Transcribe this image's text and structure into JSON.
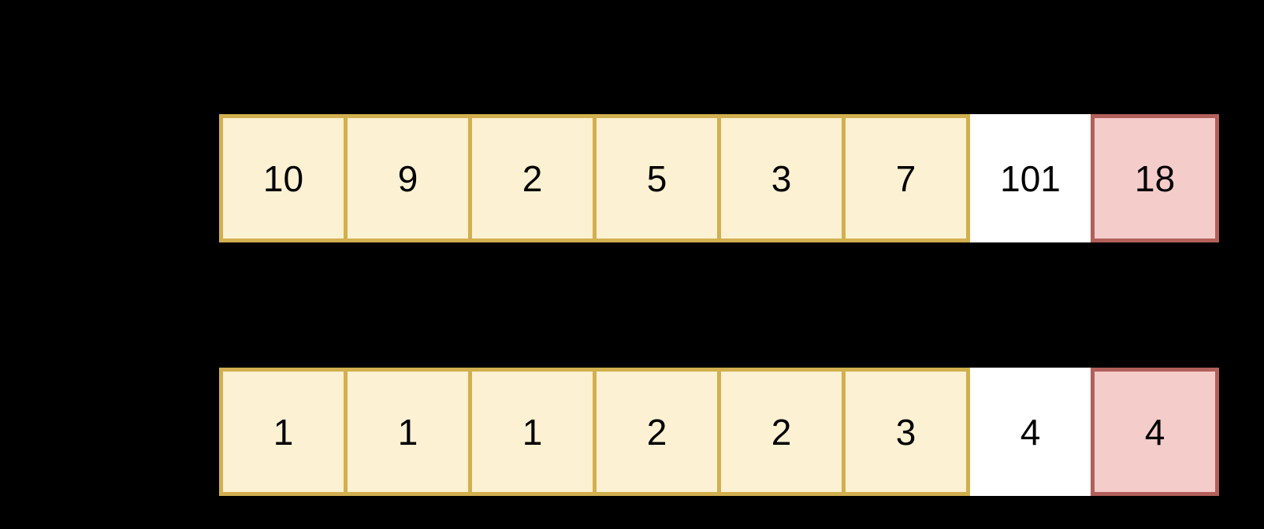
{
  "canvas": {
    "background": "#000000"
  },
  "colors": {
    "canvas_bg": "#000000",
    "cell_fill": "#FCF1D2",
    "cell_border": "#D2AF4F",
    "plain_fill": "#FFFFFF",
    "highlight_fill": "#F4CCCA",
    "highlight_border": "#B2605A",
    "text": "#000000"
  },
  "rows": [
    {
      "name": "top-array",
      "cells": [
        {
          "value": "10",
          "style": "default"
        },
        {
          "value": "9",
          "style": "default"
        },
        {
          "value": "2",
          "style": "default"
        },
        {
          "value": "5",
          "style": "default"
        },
        {
          "value": "3",
          "style": "default"
        },
        {
          "value": "7",
          "style": "default"
        },
        {
          "value": "101",
          "style": "plain"
        },
        {
          "value": "18",
          "style": "highlight"
        }
      ]
    },
    {
      "name": "bottom-array",
      "cells": [
        {
          "value": "1",
          "style": "default"
        },
        {
          "value": "1",
          "style": "default"
        },
        {
          "value": "1",
          "style": "default"
        },
        {
          "value": "2",
          "style": "default"
        },
        {
          "value": "2",
          "style": "default"
        },
        {
          "value": "3",
          "style": "default"
        },
        {
          "value": "4",
          "style": "plain"
        },
        {
          "value": "4",
          "style": "highlight"
        }
      ]
    }
  ]
}
